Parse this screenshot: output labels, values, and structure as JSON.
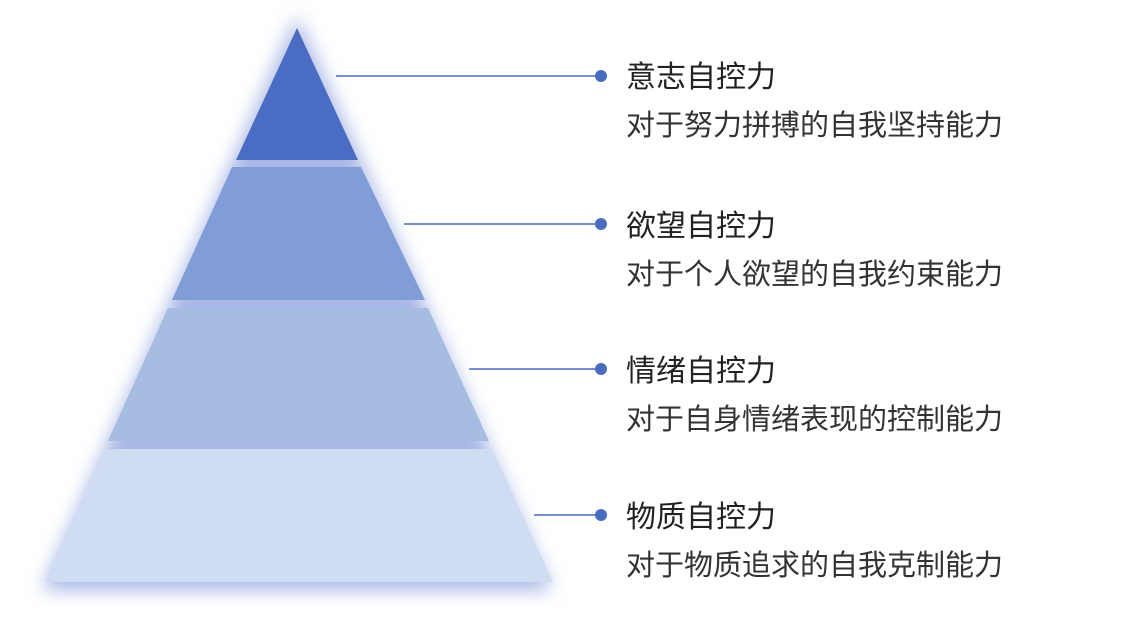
{
  "colors": {
    "glow": "#a9b8e6",
    "separator": "#ffffff",
    "connector": "#4a6cc0",
    "dot": "#4a6cc0"
  },
  "levels": [
    {
      "title": "意志自控力",
      "description": "对于努力拼搏的自我坚持能力",
      "fill": "#4a6cc2"
    },
    {
      "title": "欲望自控力",
      "description": "对于个人欲望的自我约束能力",
      "fill": "#819dd7"
    },
    {
      "title": "情绪自控力",
      "description": "对于自身情绪表现的控制能力",
      "fill": "#a6bce0"
    },
    {
      "title": "物质自控力",
      "description": "对于物质追求的自我克制能力",
      "fill": "#d0dcf2"
    }
  ]
}
